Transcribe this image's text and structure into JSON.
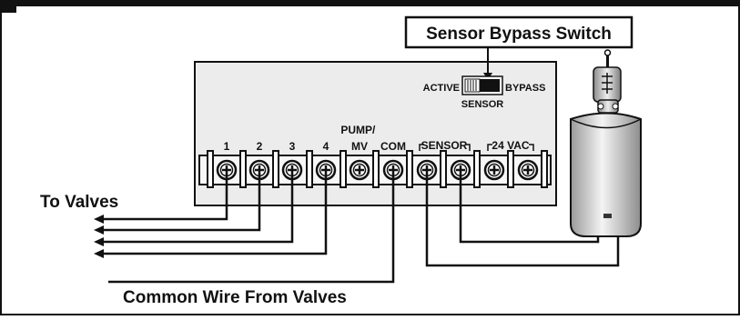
{
  "callout": {
    "label": "Sensor Bypass Switch"
  },
  "switch": {
    "left_label": "ACTIVE",
    "right_label": "BYPASS",
    "bottom_label": "SENSOR"
  },
  "terminals": [
    {
      "label": "1"
    },
    {
      "label": "2"
    },
    {
      "label": "3"
    },
    {
      "label": "4"
    },
    {
      "label": "PUMP/\nMV"
    },
    {
      "label": "COM"
    },
    {
      "label": ""
    },
    {
      "label": ""
    },
    {
      "label": ""
    },
    {
      "label": ""
    }
  ],
  "groups": {
    "sensor": "SENSOR",
    "power": "24 VAC"
  },
  "labels": {
    "to_valves": "To Valves",
    "common_wire": "Common Wire From Valves"
  },
  "colors": {
    "ink": "#111111",
    "panel": "#ececec",
    "sensor_body": "#d9d9d9"
  }
}
